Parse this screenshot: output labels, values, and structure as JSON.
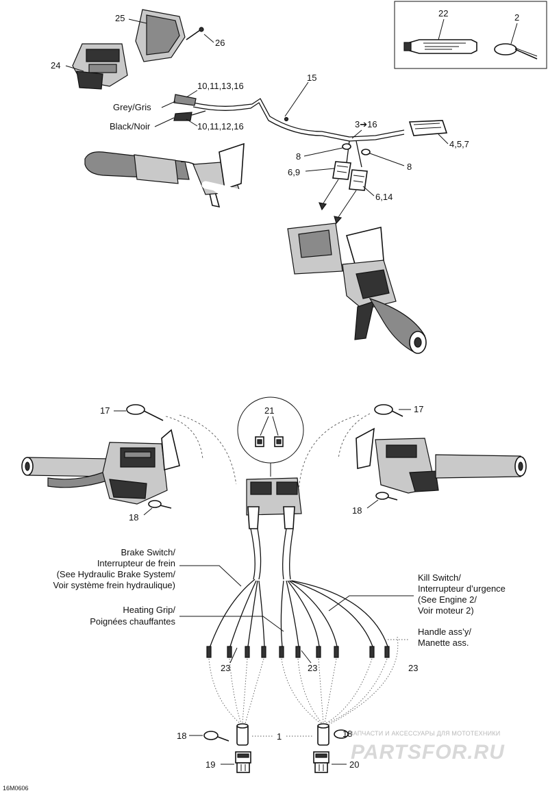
{
  "diagram_id": "16M0606",
  "callouts": {
    "c1": "1",
    "c2": "2",
    "c15": "15",
    "c16": "3➔16",
    "c17a": "17",
    "c17b": "17",
    "c18a": "18",
    "c18b": "18",
    "c18c": "18",
    "c18d": "18",
    "c19": "19",
    "c20": "20",
    "c21": "21",
    "c22": "22",
    "c23a": "23",
    "c23b": "23",
    "c23c": "23",
    "c24": "24",
    "c25": "25",
    "c26": "26",
    "c457": "4,5,7",
    "c69": "6,9",
    "c614": "6,14",
    "c8a": "8",
    "c8b": "8",
    "c1013": "10,11,13,16",
    "c1012": "10,11,12,16"
  },
  "labels": {
    "grey": "Grey/Gris",
    "black": "Black/Noir",
    "brake": [
      "Brake Switch/",
      "Interrupteur de frein",
      "(See Hydraulic Brake System/",
      "Voir système frein hydraulique)"
    ],
    "heating": [
      "Heating Grip/",
      "Poignées chauffantes"
    ],
    "kill": [
      "Kill Switch/",
      "Interrupteur d’urgence",
      "(See Engine 2/",
      "Voir moteur 2)"
    ],
    "handle": [
      "Handle ass’y/",
      "Manette ass."
    ]
  },
  "watermark": {
    "line1": "ЗАПЧАСТИ И АКСЕССУАРЫ ДЛЯ МОТОТЕХНИКИ",
    "line2": "PARTSFOR.RU"
  },
  "colors": {
    "ink": "#111111",
    "fill_dark": "#333333",
    "fill_mid": "#8a8a8a",
    "fill_light": "#c9c9c9",
    "watermark": "#d0d0d0"
  }
}
